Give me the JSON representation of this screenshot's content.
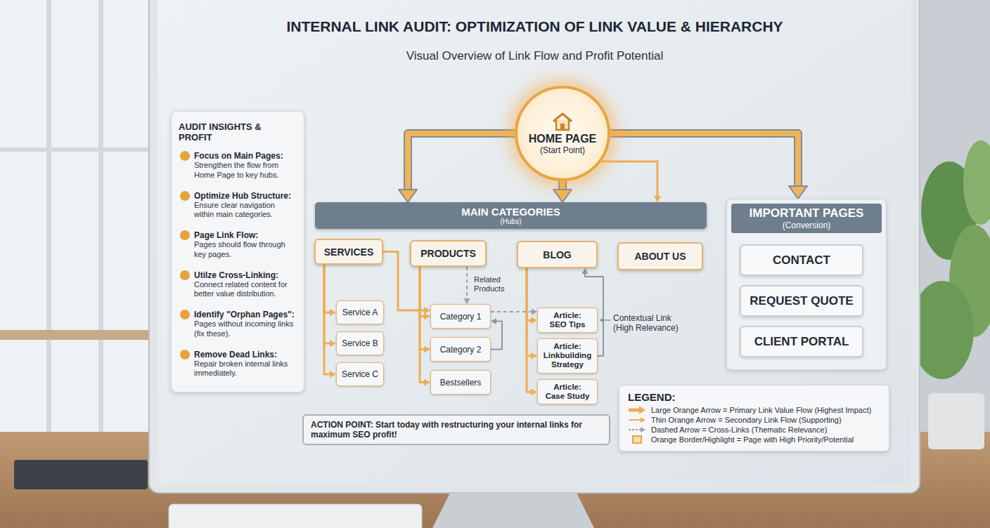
{
  "diagram": {
    "title": "INTERNAL LINK AUDIT: OPTIMIZATION OF LINK VALUE & HIERARCHY",
    "nodes": [
      {
        "text": [
          "AUDIT INSIGHTS & PROFIT",
          "Focus on Main Pages:",
          "Strengthen the flow from Home Page to key hubs.",
          "Optimize Hub Structure:",
          "Ensure clear navigation within main categories.",
          "Page Link Flow:",
          "Pages should flow through key pages.",
          "Utilze Cross-Linking:",
          "Connect related content for better value distribution.",
          "Identify \"Orphan Pages\":",
          "Pages without incoming links (fix these).",
          "Remove Dead Links:",
          "Repair broken internal links immediately."
        ]
      },
      {
        "text": [
          "HOME PAGE",
          "(Start Point)"
        ]
      },
      {
        "text": [
          "MAIN CATEGORIES",
          "(Hubs)"
        ]
      },
      {
        "text": [
          "SERVICES"
        ]
      },
      {
        "text": [
          "PRODUCTS"
        ]
      },
      {
        "text": [
          "BLOG"
        ]
      },
      {
        "text": [
          "ABOUT US"
        ]
      },
      {
        "text": [
          "Service A"
        ]
      },
      {
        "text": [
          "Service B"
        ]
      },
      {
        "text": [
          "Service C"
        ]
      },
      {
        "text": [
          "Category 1"
        ]
      },
      {
        "text": [
          "Category 2"
        ]
      },
      {
        "text": [
          "Bestsellers"
        ]
      },
      {
        "text": [
          "Article:",
          "SEO Tips"
        ]
      },
      {
        "text": [
          "Article:",
          "Linkbuilding Strategy"
        ]
      },
      {
        "text": [
          "Article:",
          "Case Study"
        ]
      },
      {
        "text": [
          "IMPORTANT PAGES",
          "(Conversion)"
        ]
      },
      {
        "text": [
          "CONTACT"
        ],
        "in": 16
      },
      {
        "text": [
          "REQUEST QUOTE"
        ],
        "in": 16
      },
      {
        "text": [
          "CLIENT PORTAL"
        ],
        "in": 16
      },
      {
        "text": [
          "ACTION POINT: Start today with restructuring your internal links for maximum SEO profit!"
        ]
      }
    ],
    "edges": [
      {
        "from": 1,
        "to": 2,
        "arrow": "to"
      },
      {
        "from": 1,
        "to": 2,
        "arrow": "to"
      },
      {
        "from": 1,
        "to": 2,
        "arrow": "to"
      },
      {
        "from": 1,
        "to": 16,
        "arrow": "to"
      },
      {
        "from": 3,
        "to": 7,
        "arrow": "to"
      },
      {
        "from": 3,
        "to": 8,
        "arrow": "to"
      },
      {
        "from": 3,
        "to": 9,
        "arrow": "to"
      },
      {
        "from": 4,
        "to": 10,
        "arrow": "to"
      },
      {
        "from": 4,
        "to": 11,
        "arrow": "to"
      },
      {
        "from": 4,
        "to": 12,
        "arrow": "to"
      },
      {
        "from": 5,
        "to": 13,
        "arrow": "to"
      },
      {
        "from": 5,
        "to": 14,
        "arrow": "to"
      },
      {
        "from": 5,
        "to": 15,
        "arrow": "to"
      },
      {
        "from": 3,
        "to": 10,
        "arrow": "to"
      },
      {
        "from": 4,
        "to": 10,
        "label": "Related Products",
        "arrow": "to"
      },
      {
        "from": 11,
        "to": 10,
        "arrow": "to"
      },
      {
        "from": 10,
        "to": 13,
        "arrow": "to"
      },
      {
        "from": 14,
        "to": 5,
        "arrow": "to"
      }
    ],
    "labels": [
      "Visual Overview of Link Flow and Profit Potential",
      "Contextual Link (High Relevance)",
      "LEGEND:"
    ],
    "legend": [
      {
        "text": "Large Orange Arrow = Primary Link Value Flow (Highest Impact)"
      },
      {
        "text": "Thin Orange Arrow = Secondary Link Flow (Supporting)"
      },
      {
        "text": "Dashed Arrow = Cross-Links (Thematic Relevance)"
      },
      {
        "text": "Orange Border/Highlight = Page with High Priority/Potential",
        "color": "#f6dfb5"
      }
    ]
  }
}
